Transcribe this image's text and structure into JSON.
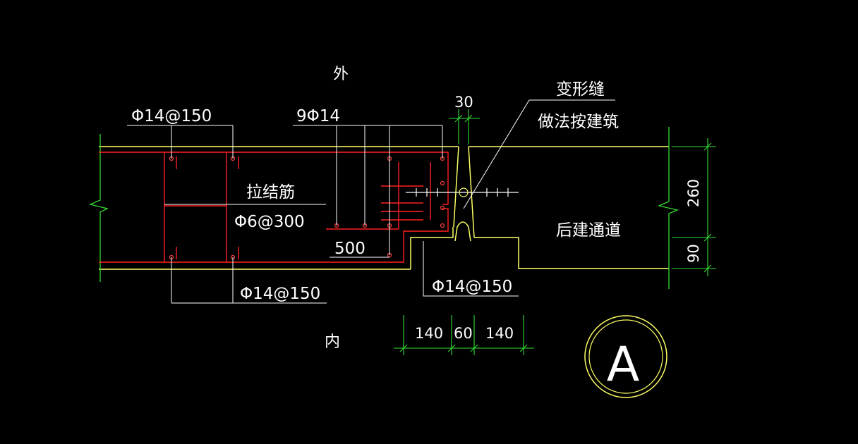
{
  "colors": {
    "background": "#000000",
    "concrete_outline": "#ffff66",
    "rebar": "#ff2020",
    "rebar_dot": "#ff4040",
    "leader": "#ffffff",
    "text": "#ffffff",
    "dimension": "#33dd33",
    "detail_circle": "#ffff66"
  },
  "labels": {
    "outside": "外",
    "inside": "内",
    "top_bar_left": "Φ14@150",
    "top_bar_middle": "9Φ14",
    "tie_bar_name": "拉结筋",
    "tie_bar_spec": "Φ6@300",
    "bottom_bar_left": "Φ14@150",
    "bottom_bar_right": "Φ14@150",
    "lap_length": "500",
    "joint_line1": "变形缝",
    "joint_line2": "做法按建筑",
    "new_passage": "后建通道"
  },
  "dimensions": {
    "joint_gap": "30",
    "slab_thickness": "260",
    "step_height": "90",
    "bottom_left": "140",
    "bottom_middle": "60",
    "bottom_right": "140"
  },
  "detail_marker": {
    "letter": "A"
  },
  "icons": {
    "break_line": "zigzag-break-icon",
    "detail_marker": "detail-circle-icon"
  }
}
